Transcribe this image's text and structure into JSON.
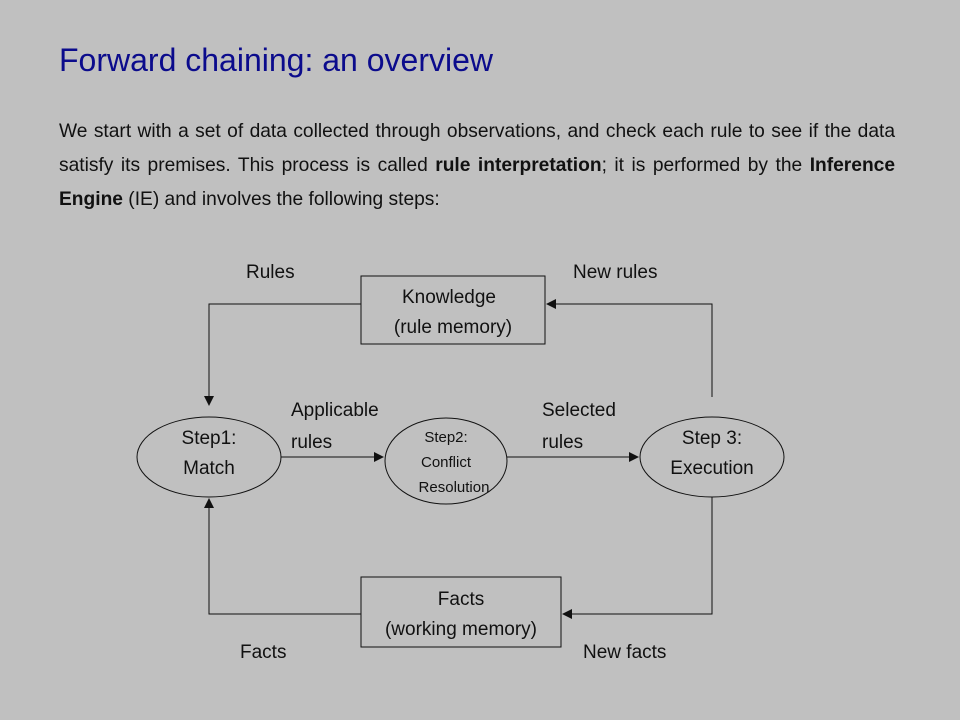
{
  "slide": {
    "title": "Forward chaining: an overview",
    "intro": {
      "part1": "We start with a set of data collected through observations, and check each rule to see if the data satisfy its premises. This process is called ",
      "bold1": "rule interpretation",
      "part2": "; it is performed by the ",
      "bold2": "Inference Engine",
      "part3": " (IE) and involves the following steps:"
    }
  },
  "diagram": {
    "knowledge_box": {
      "line1": "Knowledge",
      "line2": "(rule memory)"
    },
    "facts_box": {
      "line1": "Facts",
      "line2": "(working memory)"
    },
    "step1": {
      "line1": "Step1:",
      "line2": "Match"
    },
    "step2": {
      "line1": "Step2:",
      "line2": "Conflict",
      "line3": "Resolution"
    },
    "step3": {
      "line1": "Step 3:",
      "line2": "Execution"
    },
    "labels": {
      "rules": "Rules",
      "new_rules": "New rules",
      "applicable_1": "Applicable",
      "applicable_2": "rules",
      "selected_1": "Selected",
      "selected_2": "rules",
      "facts": "Facts",
      "new_facts": "New facts"
    }
  }
}
